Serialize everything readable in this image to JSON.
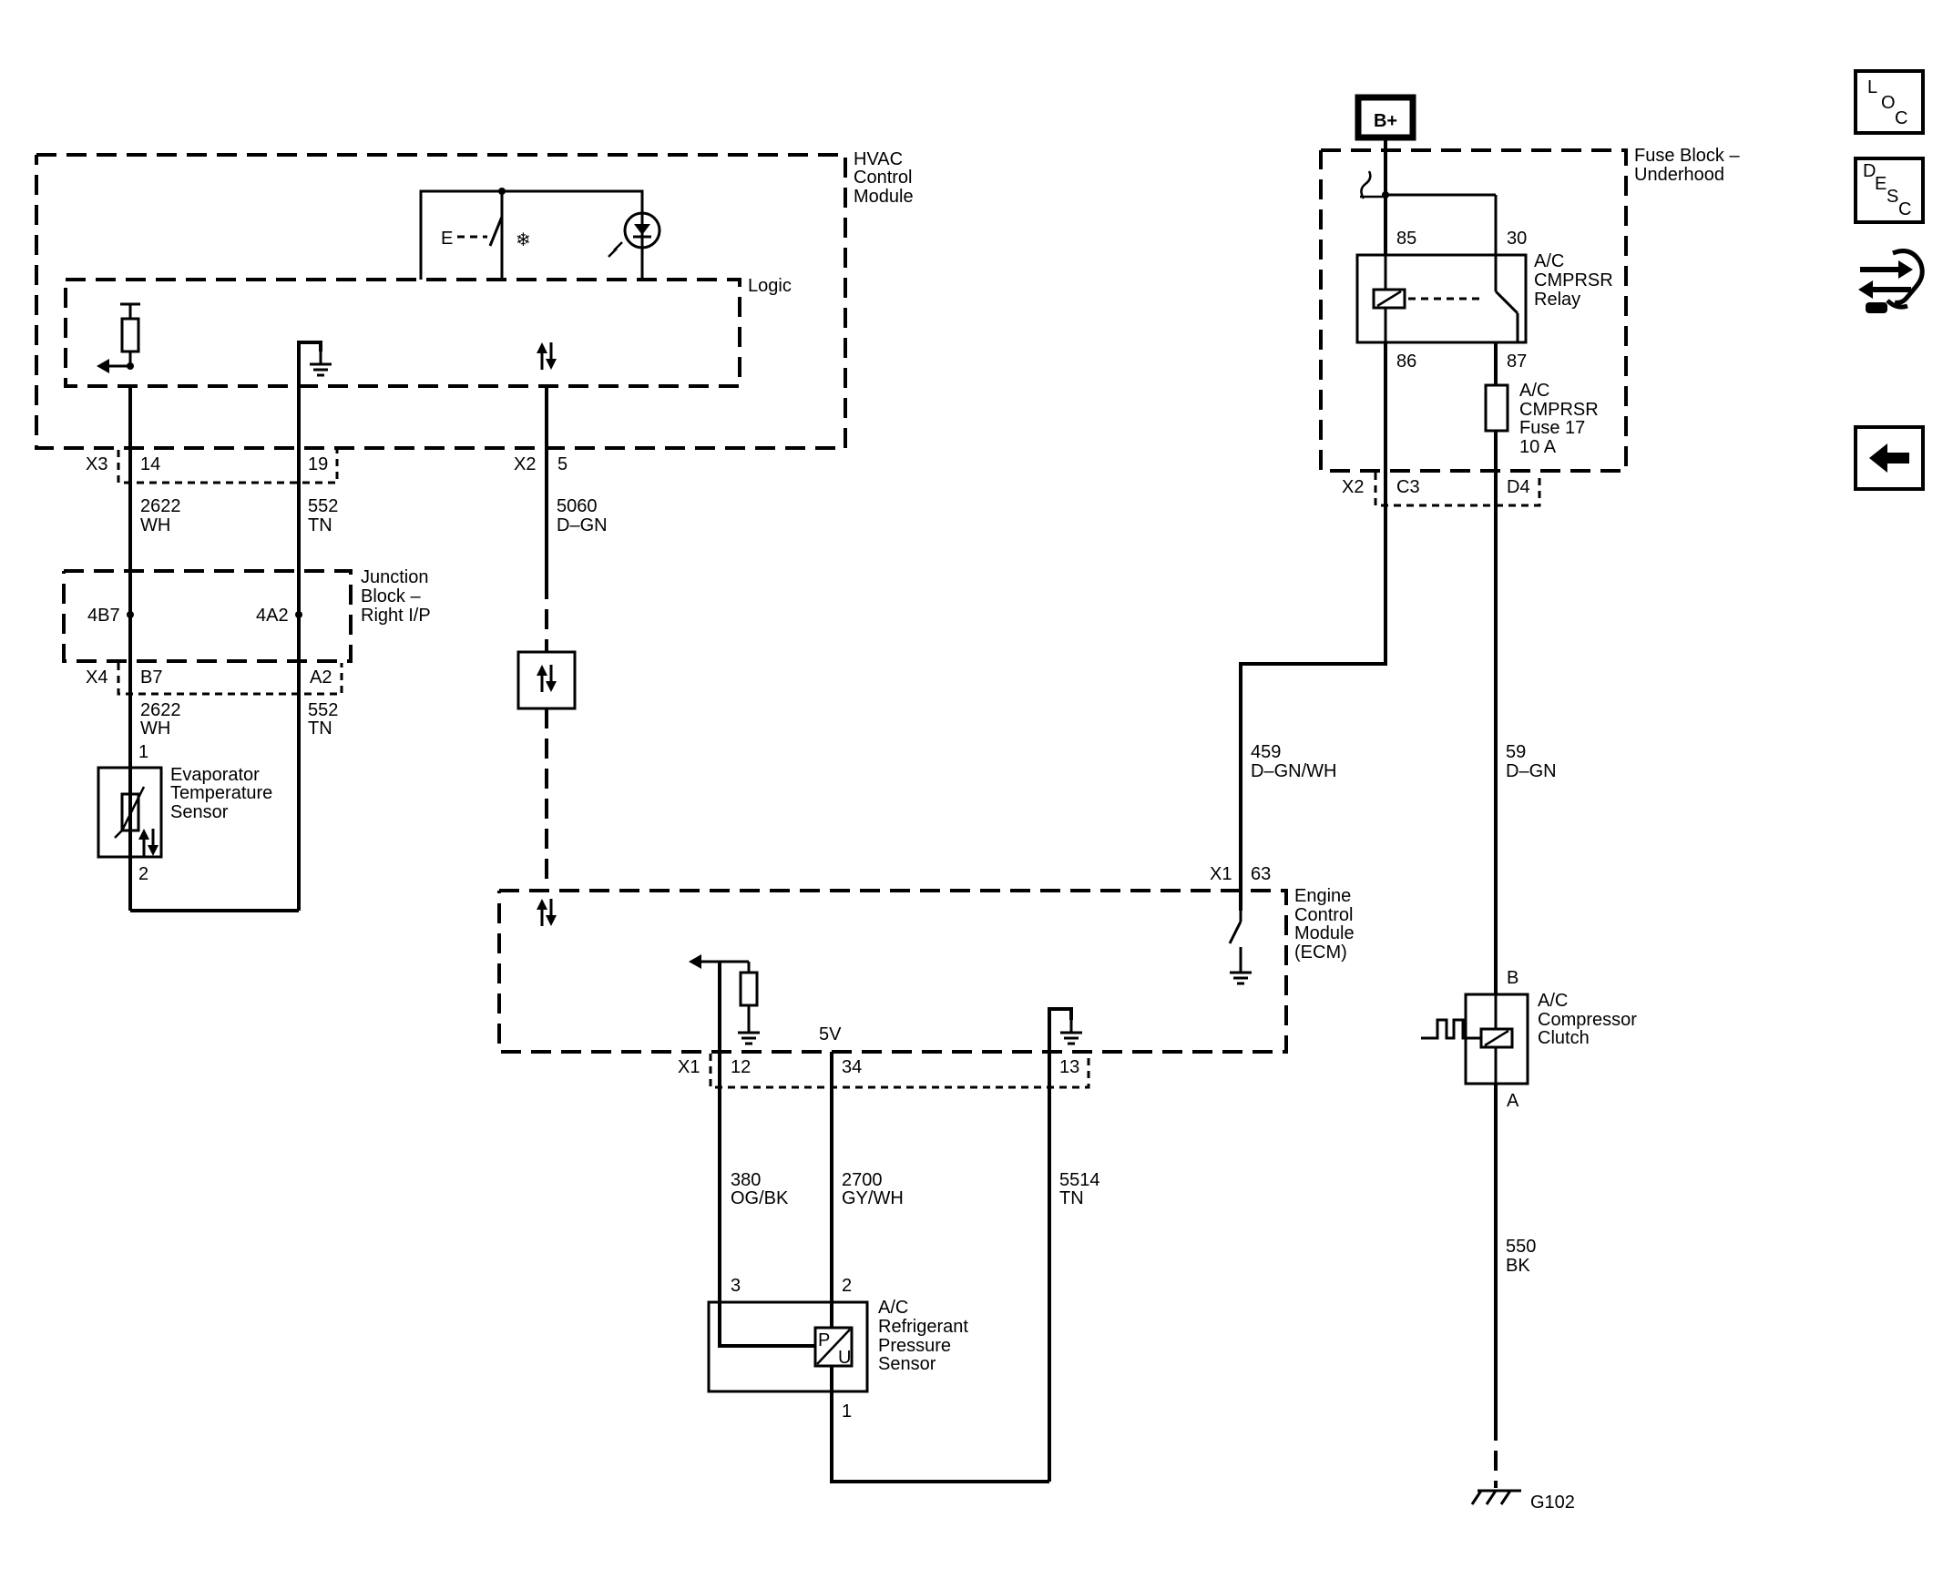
{
  "hvac": {
    "title": [
      "HVAC",
      "Control",
      "Module"
    ],
    "logic": "Logic",
    "logic_switch_label": "E"
  },
  "hvac_conn": {
    "x3": "X3",
    "p14": "14",
    "p19": "19",
    "x2": "X2",
    "p5": "5"
  },
  "wires": {
    "w2622_top": [
      "2622",
      "WH"
    ],
    "w552_top": [
      "552",
      "TN"
    ],
    "w5060": [
      "5060",
      "D–GN"
    ],
    "w2622_bot": [
      "2622",
      "WH"
    ],
    "w552_bot": [
      "552",
      "TN"
    ],
    "w459": [
      "459",
      "D–GN/WH"
    ],
    "w59": [
      "59",
      "D–GN"
    ],
    "w380": [
      "380",
      "OG/BK"
    ],
    "w2700": [
      "2700",
      "GY/WH"
    ],
    "w5514": [
      "5514",
      "TN"
    ],
    "w550": [
      "550",
      "BK"
    ]
  },
  "junction": {
    "title": [
      "Junction",
      "Block –",
      "Right I/P"
    ],
    "p4b7": "4B7",
    "p4a2": "4A2",
    "x4": "X4",
    "b7": "B7",
    "a2": "A2"
  },
  "evap": {
    "title": [
      "Evaporator",
      "Temperature",
      "Sensor"
    ],
    "pin1": "1",
    "pin2": "2"
  },
  "fuse_block": {
    "title": [
      "Fuse Block –",
      "Underhood"
    ],
    "b_plus": "B+"
  },
  "relay": {
    "title": [
      "A/C",
      "CMPRSR",
      "Relay"
    ],
    "p85": "85",
    "p30": "30",
    "p86": "86",
    "p87": "87"
  },
  "fuse": {
    "title": [
      "A/C",
      "CMPRSR",
      "Fuse 17",
      "10 A"
    ]
  },
  "fb_conn": {
    "x2": "X2",
    "c3": "C3",
    "d4": "D4"
  },
  "ecm": {
    "title": [
      "Engine",
      "Control",
      "Module",
      "(ECM)"
    ],
    "x1_top": "X1",
    "p63": "63",
    "five_v": "5V",
    "x1_bot": "X1",
    "p12": "12",
    "p34": "34",
    "p13": "13"
  },
  "pressure": {
    "title": [
      "A/C",
      "Refrigerant",
      "Pressure",
      "Sensor"
    ],
    "pin3": "3",
    "pin2": "2",
    "pin1": "1",
    "p_label": "P",
    "u_label": "U"
  },
  "clutch": {
    "title": [
      "A/C",
      "Compressor",
      "Clutch"
    ],
    "pinB": "B",
    "pinA": "A"
  },
  "ground": {
    "name": "G102"
  },
  "nav": {
    "loc": [
      "L",
      "O",
      "C"
    ],
    "desc": [
      "D",
      "E",
      "S",
      "C"
    ]
  }
}
